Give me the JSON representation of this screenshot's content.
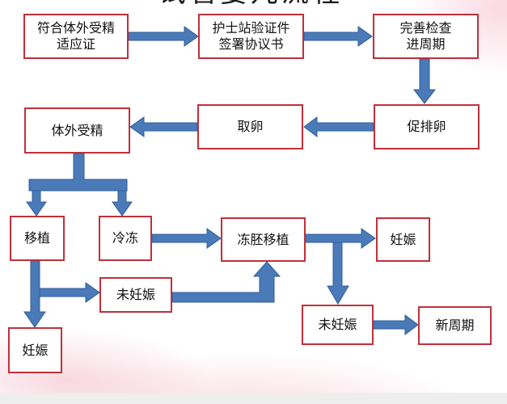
{
  "title": "试管婴儿流程",
  "nodes": {
    "n1": "符合体外受精\n适应证",
    "n2": "护士站验证件\n签署协议书",
    "n3": "完善检查\n进周期",
    "n4": "促排卵",
    "n5": "取卵",
    "n6": "体外受精",
    "n7": "移植",
    "n8": "冷冻",
    "n9": "冻胚移植",
    "n10": "妊娠",
    "n11": "未妊娠",
    "n12": "妊娠",
    "n13": "未妊娠",
    "n14": "新周期"
  },
  "colors": {
    "arrow": "#4a7ab8",
    "arrow_edge": "#2f5e9a",
    "box_border": "#c0303a"
  }
}
